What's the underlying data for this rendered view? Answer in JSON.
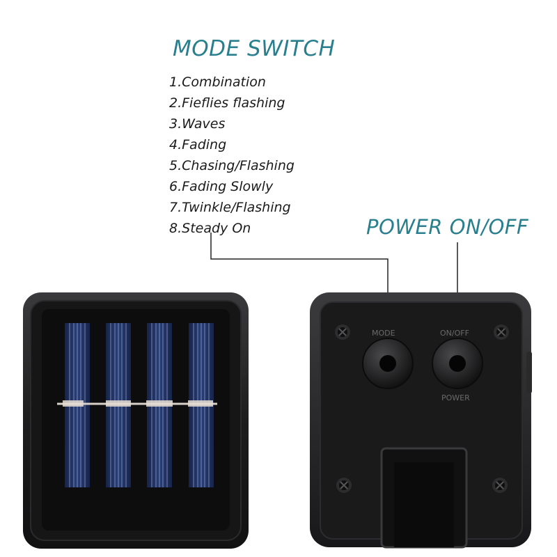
{
  "mode_switch": {
    "title": "MODE SWITCH",
    "modes": [
      "1.Combination",
      "2.Fieflies flashing",
      "3.Waves",
      "4.Fading",
      "5.Chasing/Flashing",
      "6.Fading Slowly",
      "7.Twinkle/Flashing",
      "8.Steady On"
    ]
  },
  "power_switch": {
    "title": "POWER ON/OFF"
  },
  "device_labels": {
    "mode": "MODE",
    "on_off": "ON/OFF",
    "power": "POWER"
  },
  "colors": {
    "accent": "#2a7f8e",
    "panel": "#1f1f20",
    "cell": "#1c2a55"
  }
}
